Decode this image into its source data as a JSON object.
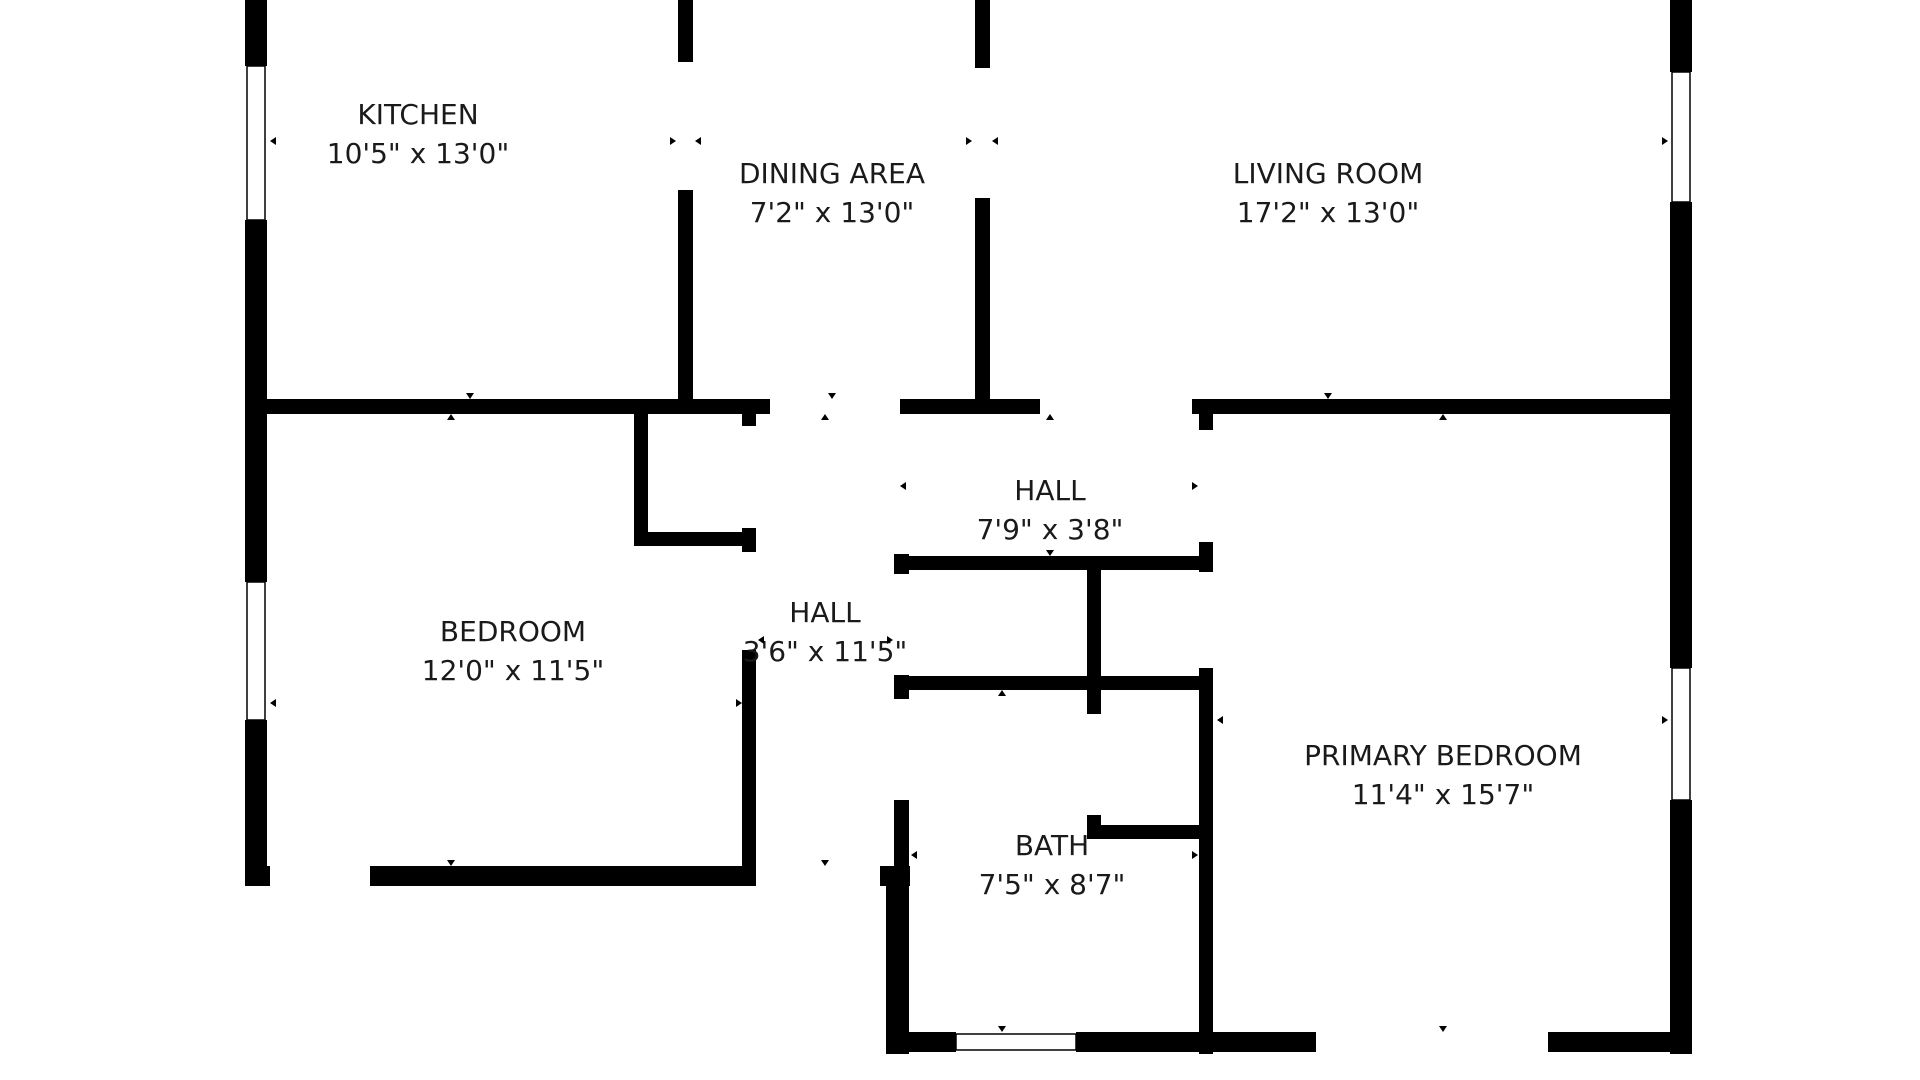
{
  "rooms": [
    {
      "id": "kitchen",
      "name": "KITCHEN",
      "size": "10'5\" x 13'0\""
    },
    {
      "id": "dining-area",
      "name": "DINING AREA",
      "size": "7'2\" x 13'0\""
    },
    {
      "id": "living-room",
      "name": "LIVING ROOM",
      "size": "17'2\" x 13'0\""
    },
    {
      "id": "hall-upper",
      "name": "HALL",
      "size": "7'9\" x 3'8\""
    },
    {
      "id": "hall-lower",
      "name": "HALL",
      "size": "3'6\" x 11'5\""
    },
    {
      "id": "bedroom",
      "name": "BEDROOM",
      "size": "12'0\" x 11'5\""
    },
    {
      "id": "primary-bedroom",
      "name": "PRIMARY BEDROOM",
      "size": "11'4\" x 15'7\""
    },
    {
      "id": "bath",
      "name": "BATH",
      "size": "7'5\" x 8'7\""
    }
  ],
  "colors": {
    "wall": "#000000",
    "background": "#ffffff",
    "window": "#ffffff",
    "label": "#1a1a1a"
  }
}
